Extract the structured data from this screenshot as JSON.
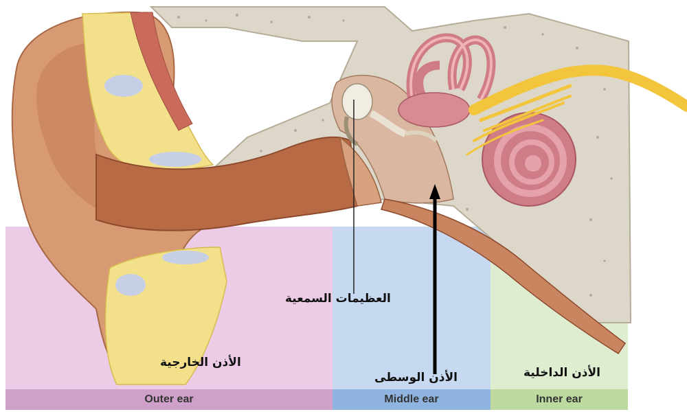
{
  "sections": {
    "outer": {
      "en": "Outer ear",
      "ar": "الأذن الخارجية",
      "color": "#eccbe6",
      "bar_color": "#cfa0c9"
    },
    "middle": {
      "en": "Middle ear",
      "ar": "الأذن الوسطى",
      "color": "#c7d8f1",
      "bar_color": "#90b4e0"
    },
    "inner": {
      "en": "Inner ear",
      "ar": "الأذن الداخلية",
      "color": "#deecd0",
      "bar_color": "#bcd9a0"
    }
  },
  "callouts": {
    "ossicles": "العظيمات السمعية"
  },
  "colors": {
    "skin": "#d89a72",
    "canal": "#b86a45",
    "bone": "#ddd7c9",
    "cartilage": "#f3e08a",
    "cochlea": "#cf7c86",
    "nerve": "#f2c53d"
  }
}
